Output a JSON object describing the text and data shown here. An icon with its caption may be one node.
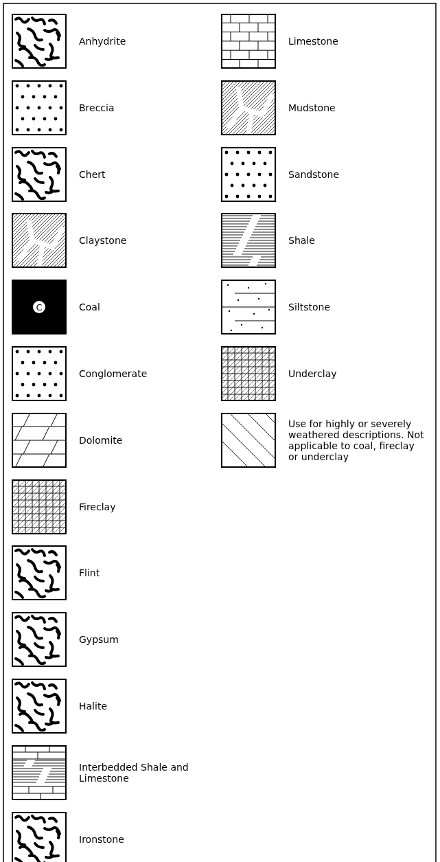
{
  "diagram": {
    "legend": [
      {
        "text": "Anhydrite"
      },
      {
        "text": "Breccia"
      },
      {
        "text": "Chert"
      },
      {
        "text": "Claystone"
      },
      {
        "text": "Coal"
      },
      {
        "text": "Conglomerate"
      },
      {
        "text": "Dolomite"
      },
      {
        "text": "Fireclay"
      },
      {
        "text": "Flint"
      },
      {
        "text": "Gypsum"
      },
      {
        "text": "Halite"
      },
      {
        "text": "Interbedded Shale and Limestone"
      },
      {
        "text": "Ironstone"
      },
      {
        "text": "Limestone"
      },
      {
        "text": "Mudstone"
      },
      {
        "text": "Sandstone"
      },
      {
        "text": "Shale"
      },
      {
        "text": "Siltstone"
      },
      {
        "text": "Underclay"
      },
      {
        "text": "Use for highly or severely weathered descriptions. Not applicable to coal, fireclay or underclay"
      }
    ],
    "labels": [
      "C"
    ]
  }
}
